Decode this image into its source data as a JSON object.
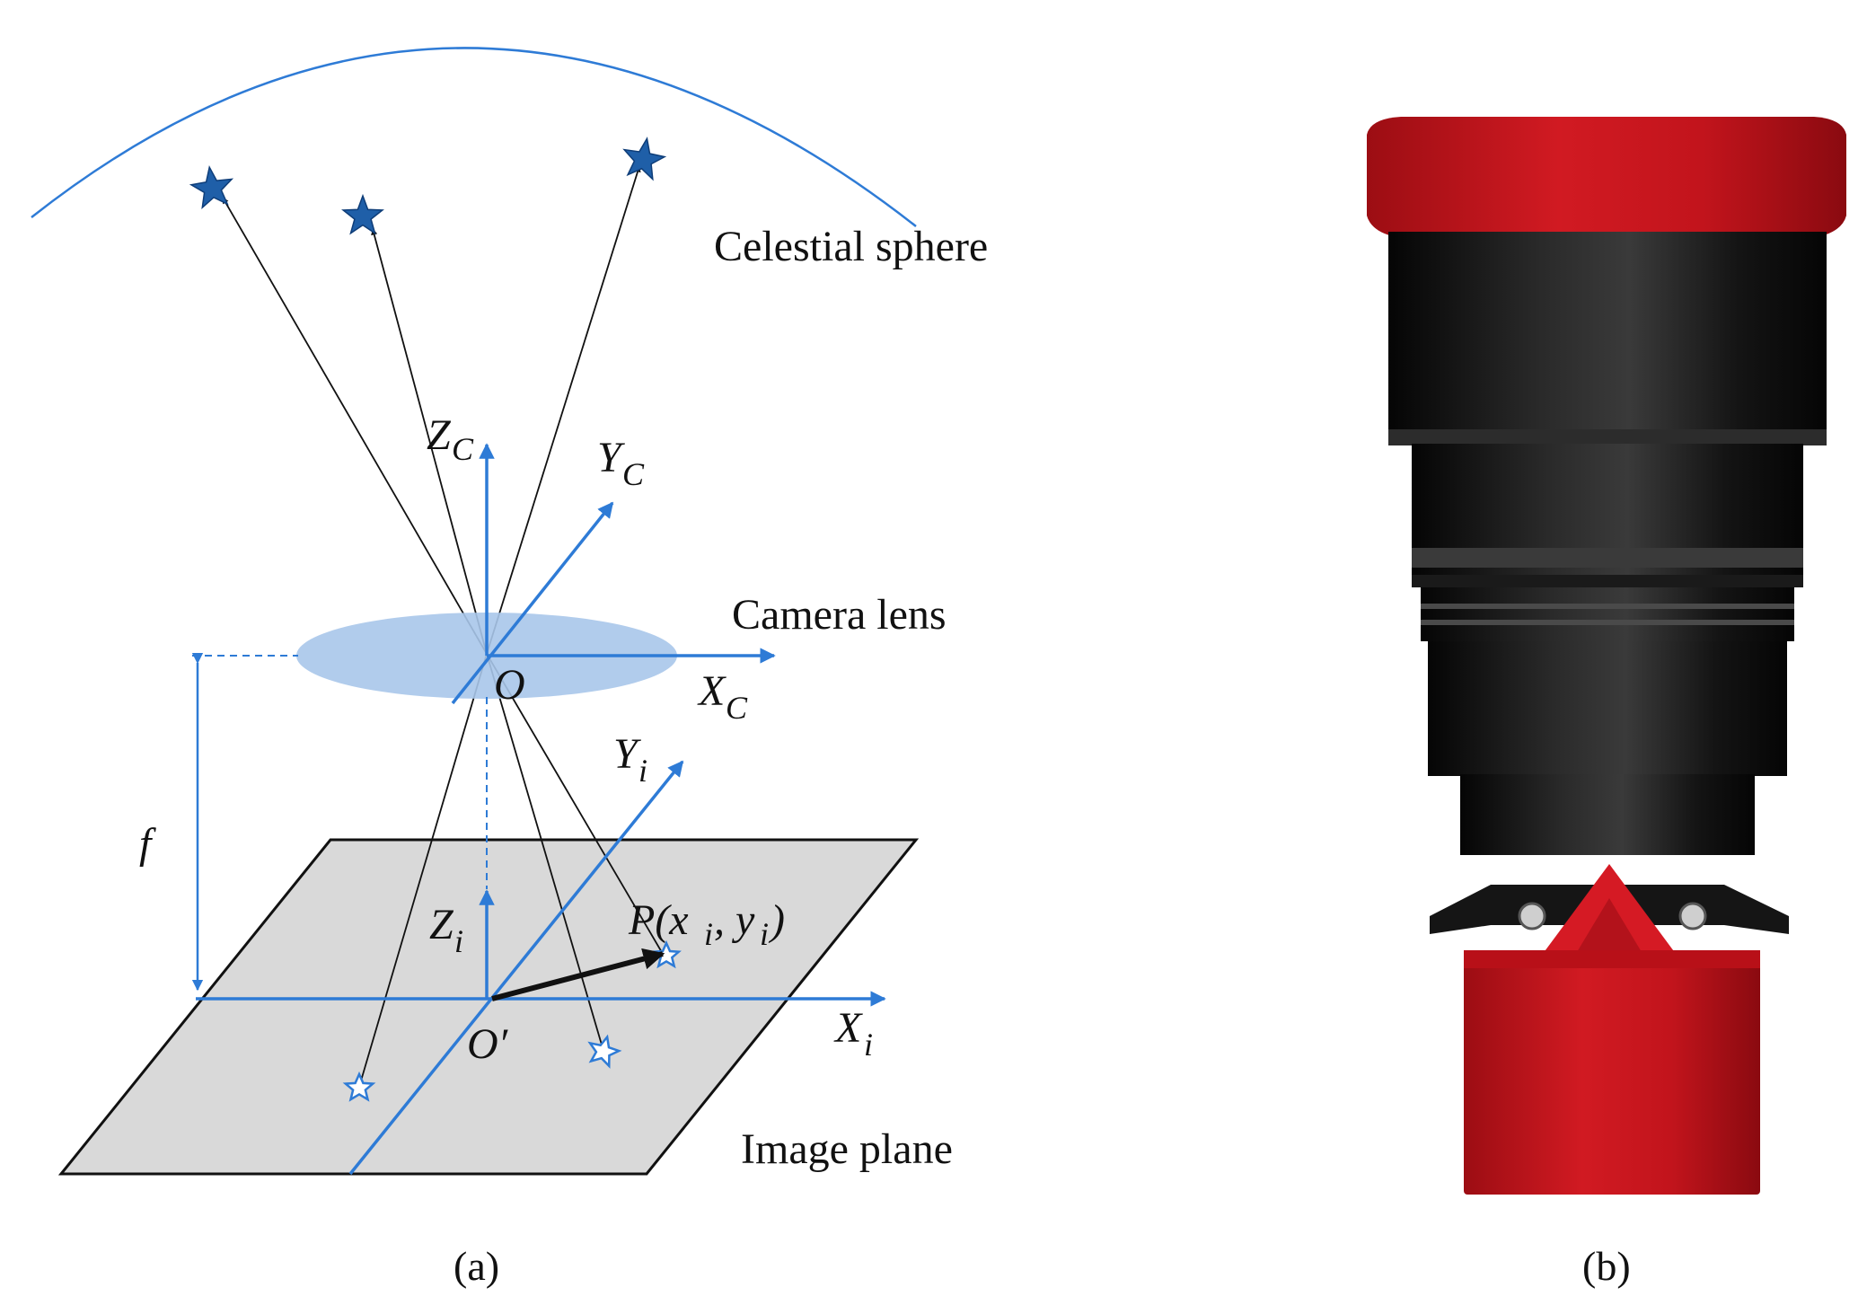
{
  "labels": {
    "celestial_sphere": "Celestial sphere",
    "camera_lens": "Camera lens",
    "image_plane": "Image plane",
    "origin_o": "O",
    "origin_o_prime": "O′",
    "focal_length": "f",
    "point_p": "P(x",
    "point_p_i1": "i",
    "point_p_sep": ", y",
    "point_p_i2": "i",
    "point_p_close": ")",
    "zc_main": "Z",
    "zc_sub": "C",
    "yc_main": "Y",
    "yc_sub": "C",
    "xc_main": "X",
    "xc_sub": "C",
    "yi_main": "Y",
    "yi_sub": "i",
    "zi_main": "Z",
    "zi_sub": "i",
    "xi_main": "X",
    "xi_sub": "i"
  },
  "captions": {
    "a": "(a)",
    "b": "(b)"
  },
  "colors": {
    "axis_blue": "#2e7bd6",
    "lens_fill": "#a9c7ea",
    "star_fill": "#1f5fa8",
    "plane_fill": "#d9d9d9",
    "lens_red": "#c8161e",
    "lens_black": "#111111"
  }
}
